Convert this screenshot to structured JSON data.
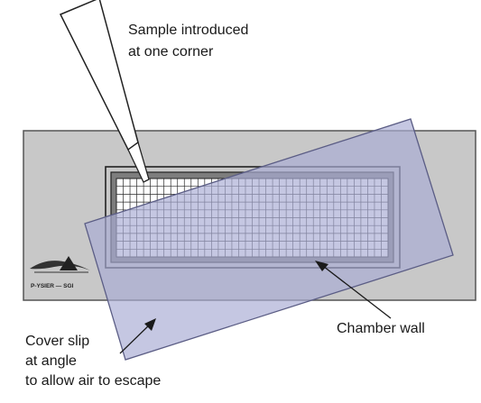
{
  "labels": {
    "sample_line1": "Sample introduced",
    "sample_line2": "at one corner",
    "cover_line1": "Cover slip",
    "cover_line2": "at angle",
    "cover_line3": "to allow air to escape",
    "chamber_wall": "Chamber wall"
  },
  "logo": {
    "text": "P-YSIER — SGI"
  },
  "grid": {
    "columns": 40,
    "rows": 10
  },
  "colors": {
    "slide": "#c8c8c8",
    "slide_border": "#555555",
    "chamber_fill": "#7d7d7d",
    "coverslip": "#b6b9d8",
    "grid_line": "#2a2a2a",
    "text": "#1a1a1a"
  }
}
